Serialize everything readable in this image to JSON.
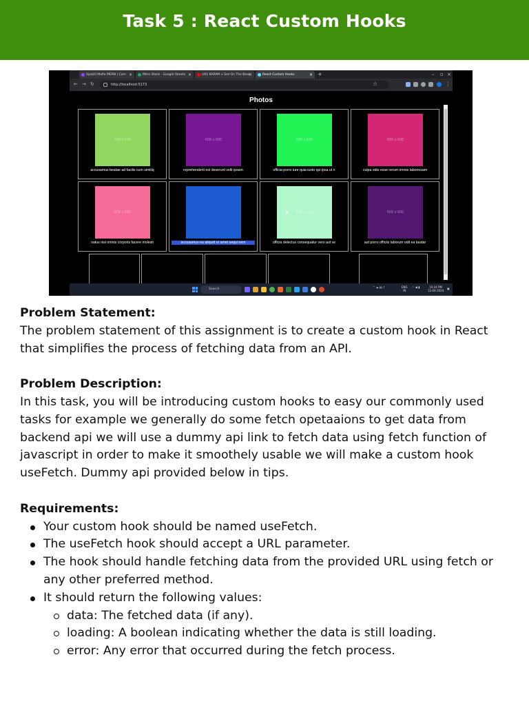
{
  "header": {
    "title": "Task 5 : React Custom Hooks",
    "bg_color": "#3f8f0c"
  },
  "screenshot": {
    "tabs": [
      {
        "label": "Upskill Mafia MERN | Com",
        "dot": "#8e44ff",
        "active": false
      },
      {
        "label": "Mern Stack - Google Sheets",
        "dot": "#1fa463",
        "active": false
      },
      {
        "label": "(40) KARMA x Sez On The Beat",
        "dot": "#ff0000",
        "active": false
      },
      {
        "label": "React Custom Hooks",
        "dot": "#61dafb",
        "active": true
      }
    ],
    "url": "http://localhost:5173",
    "page_title": "Photos",
    "placeholder": "600 x 600",
    "photos": [
      {
        "color": "#92d75f",
        "caption": "accusamus beatae ad facilis cum similiq",
        "selected": false
      },
      {
        "color": "#771796",
        "caption": "reprehenderit est deserunt velit ipsam",
        "selected": false
      },
      {
        "color": "#24f355",
        "caption": "officia porro iure quia iusto qui ipsa ut n",
        "selected": false
      },
      {
        "color": "#d32776",
        "caption": "culpa odio esse rerum omnis laboriosam",
        "selected": false
      },
      {
        "color": "#f66b97",
        "caption": "natus nisi omnis corporis facere molesti",
        "selected": false
      },
      {
        "color": "#1c5bd0",
        "caption": "accusamus ea aliquid et amet sequi nem",
        "selected": true
      },
      {
        "color": "#b0f7cc",
        "caption": "officia delectus consequatur vero aut ve",
        "selected": false
      },
      {
        "color": "#54176f",
        "caption": "aut porro officiis laborum odit ea laudar",
        "selected": false
      }
    ],
    "taskbar": {
      "search_placeholder": "Search",
      "lang": "ENG",
      "region": "IN",
      "time": "10:24 PM",
      "date": "12-04-2024"
    }
  },
  "sections": {
    "problem_statement": {
      "heading": "Problem Statement:",
      "body": "The problem statement of this assignment is to create a custom hook in React that simplifies the process of fetching data from an API."
    },
    "problem_description": {
      "heading": "Problem Description:",
      "body": "In this task, you will be introducing custom hooks to easy our commonly used tasks for example we generally do some fetch opetaaions to get data from backend api we will use a dummy api link to fetch data using fetch function of javascript in order to make it smoothely usable we will make a custom hook useFetch. Dummy api provided below in tips."
    },
    "requirements": {
      "heading": "Requirements:",
      "items": [
        "Your custom hook should be named useFetch.",
        "The useFetch hook should accept a URL parameter.",
        "The hook should handle fetching data from the provided URL using fetch or any other preferred method.",
        "It should return the following values:"
      ],
      "sub_items": [
        "data: The fetched data (if any).",
        "loading: A boolean indicating whether the data is still loading.",
        "error: Any error that occurred during the fetch process."
      ]
    }
  }
}
